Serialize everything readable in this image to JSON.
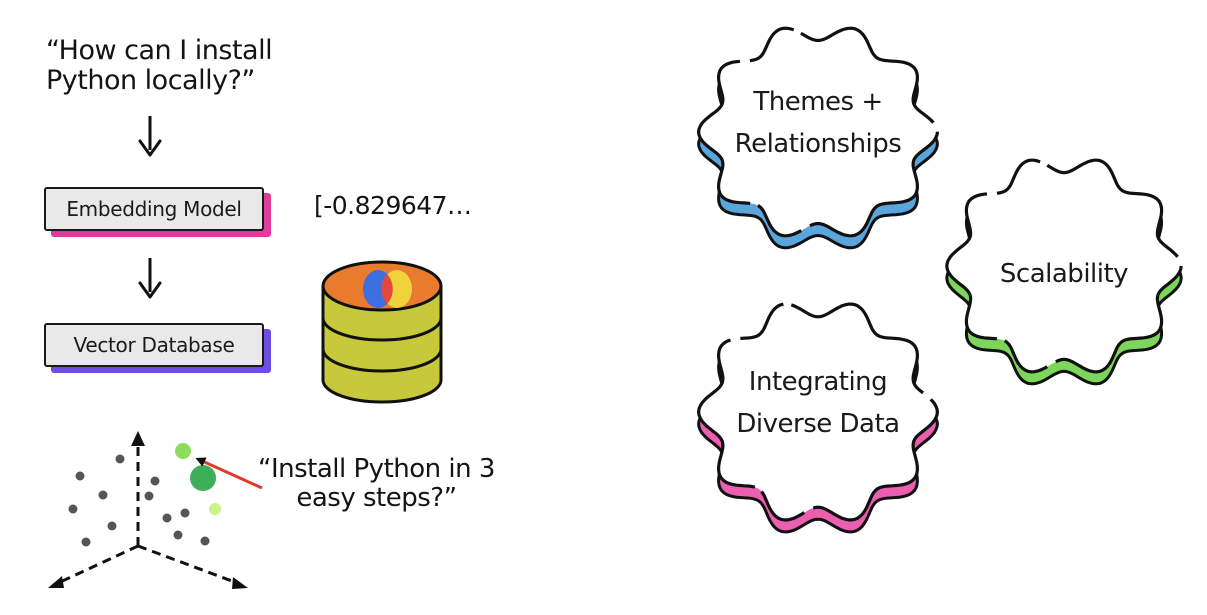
{
  "left": {
    "query_line1": "“How can I install",
    "query_line2": "Python locally?”",
    "embedding_model_label": "Embedding Model",
    "vector_preview": "[-0.829647…",
    "vector_database_label": "Vector Database",
    "answer_line1": "“Install Python in 3",
    "answer_line2": "easy steps?”"
  },
  "right": {
    "themes_line1": "Themes +",
    "themes_line2": "Relationships",
    "scalability": "Scalability",
    "integrating_line1": "Integrating",
    "integrating_line2": "Diverse Data"
  },
  "colors": {
    "embedding_shadow": "#e03c9a",
    "vector_db_shadow": "#6a4fe0",
    "themes_accent": "#5aa6dc",
    "scalability_accent": "#7bd65a",
    "integrating_accent": "#ec5fb0",
    "db_top": "#e97b2e",
    "db_body": "#c8c93a",
    "match_dot": "#3fae58"
  }
}
